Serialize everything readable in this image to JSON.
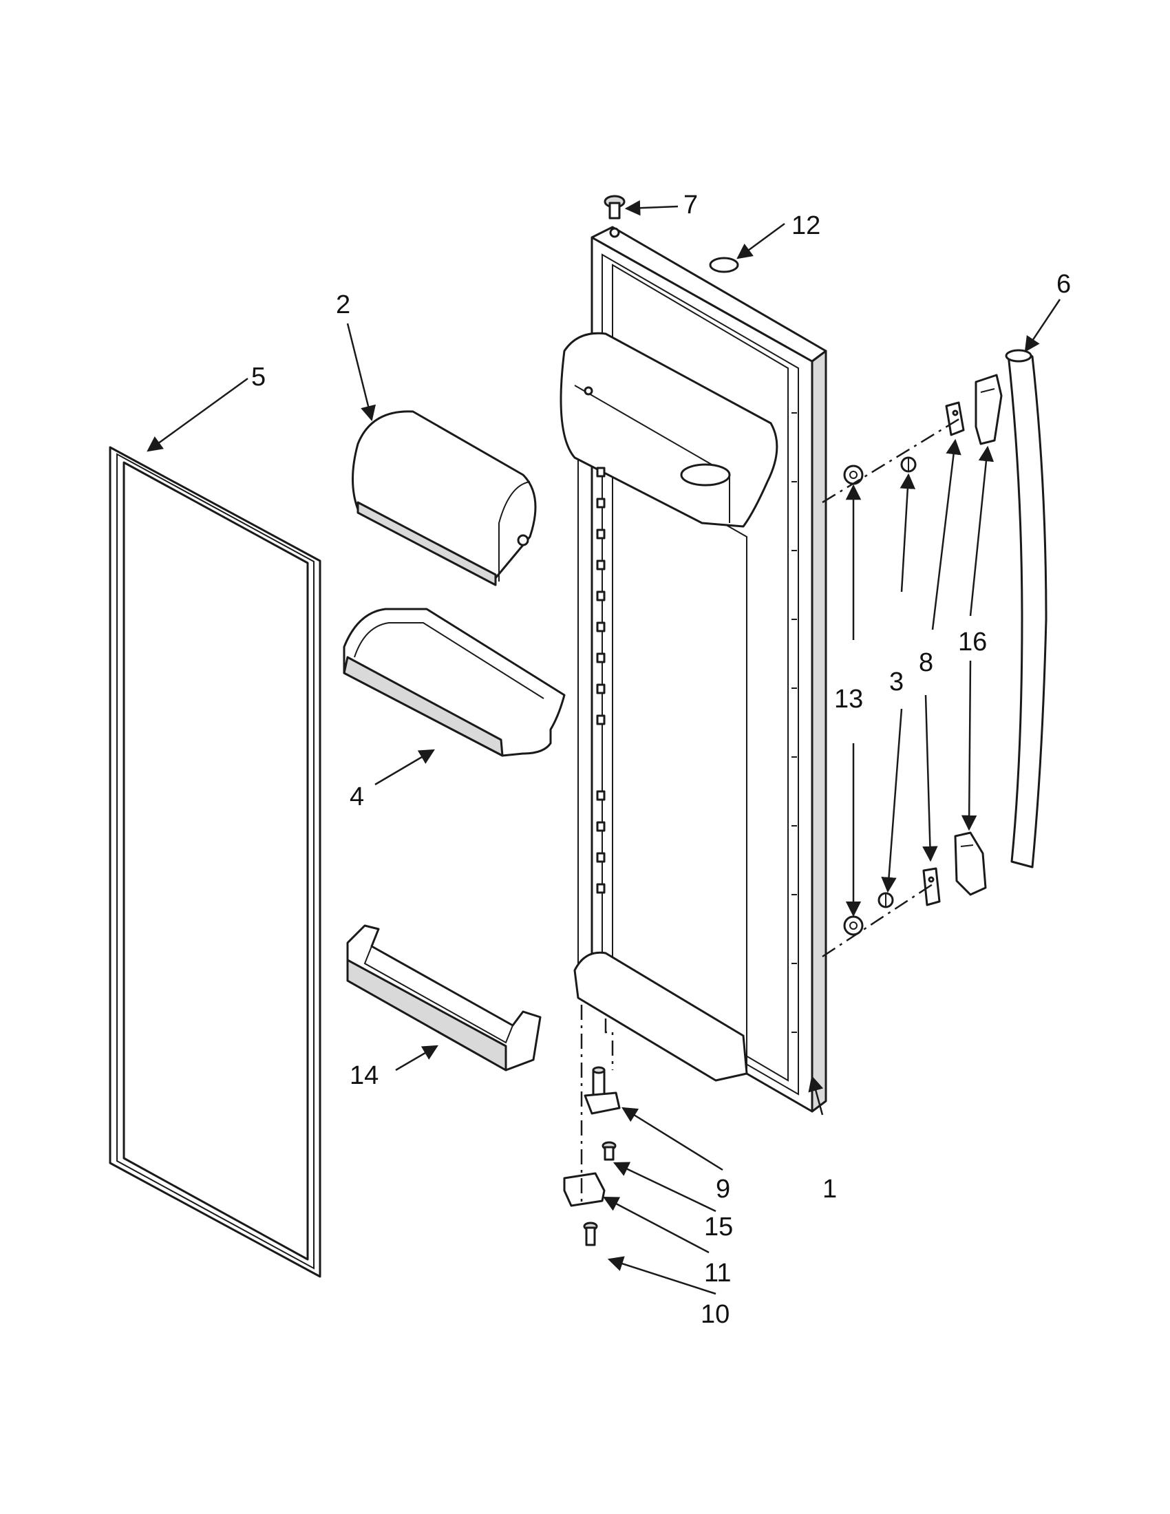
{
  "colors": {
    "ink": "#1a1a1a",
    "shade": "#d9d9d9",
    "background": "#ffffff"
  },
  "callouts": {
    "door": "1",
    "crisper_bin": "2",
    "screw_upper": "3",
    "door_bin": "4",
    "gasket": "5",
    "handle": "6",
    "top_hinge_pin": "7",
    "handle_bracket": "8",
    "lower_hinge": "9",
    "hinge_screw": "10",
    "hinge_block": "11",
    "o_ring": "12",
    "plug_button": "13",
    "small_shelf": "14",
    "hinge_screw_small": "15",
    "handle_endcap": "16"
  }
}
